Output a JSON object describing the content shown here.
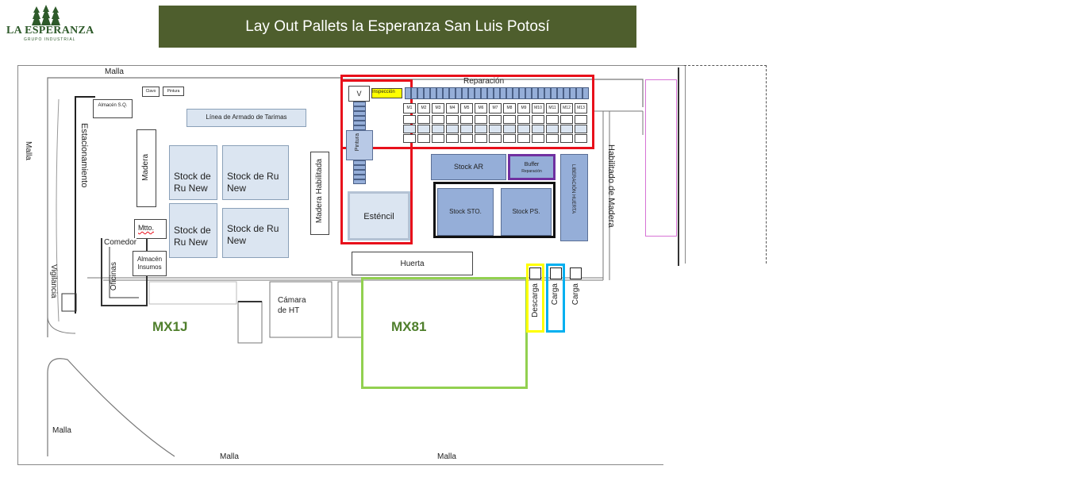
{
  "header": {
    "logo_text": "LA ESPERANZA",
    "logo_sub": "GRUPO INDUSTRIAL",
    "title": "Lay Out Pallets la Esperanza San Luis Potosí"
  },
  "perimeter": {
    "malla_top": "Malla",
    "malla_left": "Malla",
    "malla_bottom_left": "Malla",
    "malla_bottom_1": "Malla",
    "malla_bottom_2": "Malla"
  },
  "areas": {
    "estacionamiento": "Estacionamiento",
    "almacen_sq": "Almacén S.Q.",
    "clavo": "Clavo",
    "pintura_small": "Pintura",
    "linea_armado": "Línea de Armado de Tarimas",
    "madera": "Madera",
    "stock_ru_new_1": "Stock de Ru New",
    "stock_ru_new_2": "Stock de Ru New",
    "stock_ru_new_3": "Stock de Ru New",
    "stock_ru_new_4": "Stock de Ru New",
    "madera_habilitada": "Madera Habilitada",
    "mtto": "Mtto.",
    "comedor": "Comedor",
    "almacen_insumos": "Almacén Insumos",
    "oficinas": "Oficinas",
    "vigilancia": "Vigilancia",
    "camara_ht": "Cámara de HT",
    "huerta": "Huerta",
    "mx1j": "MX1J",
    "mx81": "MX81",
    "reparacion": "Reparación",
    "inspeccion": "Inspección",
    "v_label": "V",
    "pintura": "Pintura",
    "estencil": "Esténcil",
    "stock_ar": "Stock AR",
    "buffer": "Buffer",
    "buffer_sub": "Reparación",
    "liberacion": "LIBERACIÓN HUERTA",
    "stock_sto": "Stock STO.",
    "stock_ps": "Stock PS.",
    "habilitado_madera": "Habilitado de Madera",
    "descarga": "Descarga",
    "carga_1": "Carga",
    "carga_2": "Carga"
  },
  "stations": [
    "M1",
    "M2",
    "M3",
    "M4",
    "M5",
    "M6",
    "M7",
    "M8",
    "M9",
    "M10",
    "M11",
    "M12",
    "M13"
  ],
  "colors": {
    "title_bg": "#4e5e2d",
    "title_text": "#ffffff",
    "logo_green": "#2e5a2a",
    "red": "#e8101b",
    "green_outline": "#92d050",
    "mx_text": "#4f7f2c",
    "yellow": "#ffff00",
    "cyan": "#00b0f0",
    "purple": "#7030a0",
    "pink": "#d774d5",
    "light_blue": "#dbe5f1",
    "mid_blue": "#95aed8"
  }
}
